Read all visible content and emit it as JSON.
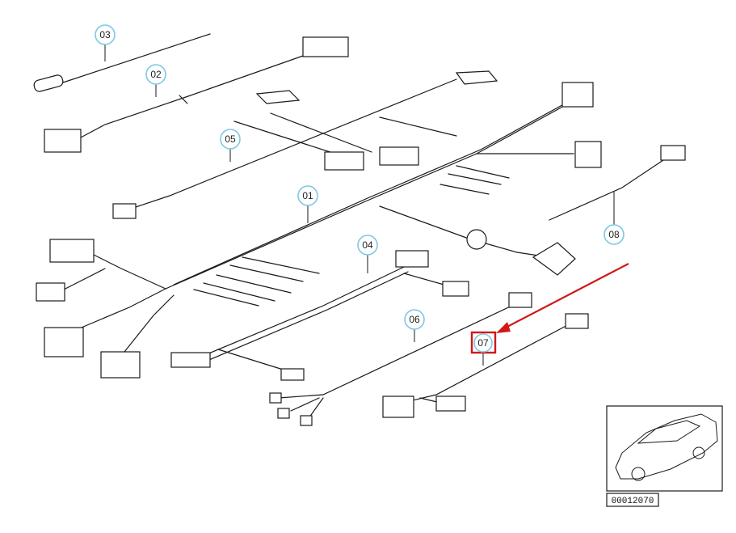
{
  "diagram": {
    "callouts": [
      {
        "id": "c03",
        "label": "03"
      },
      {
        "id": "c02",
        "label": "02"
      },
      {
        "id": "c05",
        "label": "05"
      },
      {
        "id": "c01",
        "label": "01"
      },
      {
        "id": "c04",
        "label": "04"
      },
      {
        "id": "c06",
        "label": "06"
      },
      {
        "id": "c08",
        "label": "08"
      },
      {
        "id": "c07",
        "label": "07",
        "highlighted": true
      }
    ],
    "reference_number": "00012070",
    "colors": {
      "line": "#1a1a1a",
      "callout_circle": "#7ec8e3",
      "highlight": "#d01818",
      "arrow": "#d01818"
    }
  }
}
